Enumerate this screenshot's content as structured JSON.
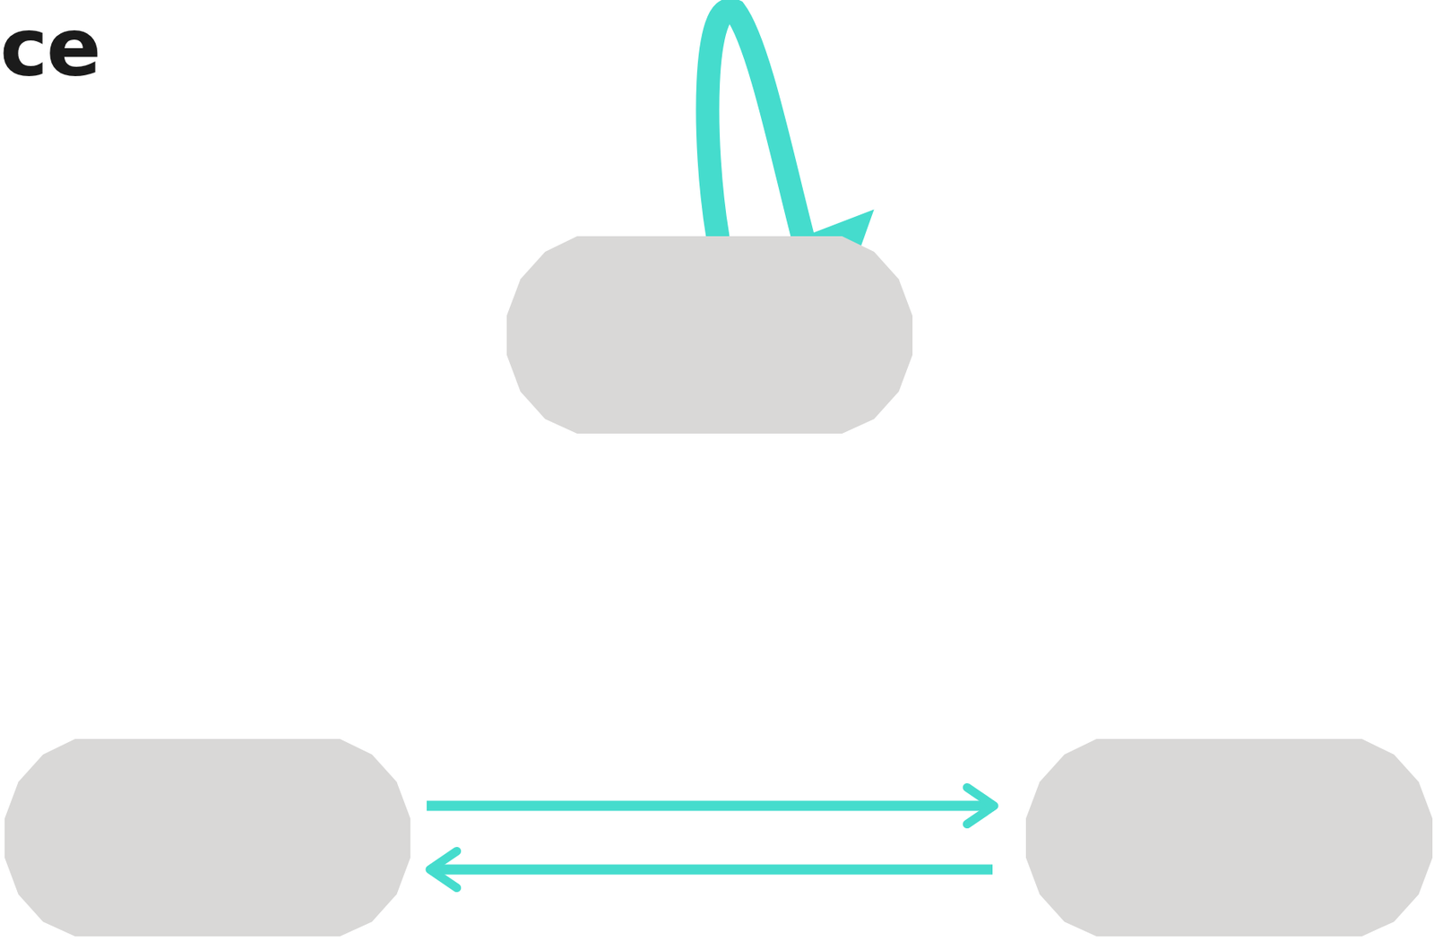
{
  "diagram": {
    "title": "ce",
    "nodes": [
      {
        "text": []
      },
      {
        "text": []
      },
      {
        "text": []
      }
    ],
    "edges": [
      {
        "from": 0,
        "to": 0,
        "arrow": "to"
      },
      {
        "from": 1,
        "to": 2,
        "arrow": "to"
      },
      {
        "from": 2,
        "to": 1,
        "arrow": "to"
      }
    ]
  }
}
